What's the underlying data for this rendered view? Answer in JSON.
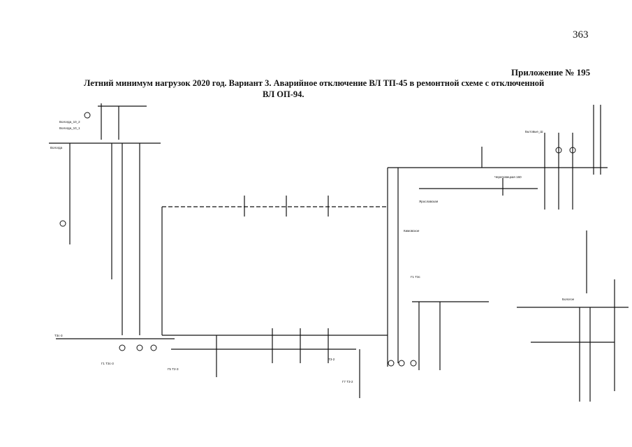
{
  "page": {
    "number": "363",
    "appendix": "Приложение № 195",
    "title_line1": "Летний минимум нагрузок 2020 год. Вариант 3. Аварийное отключение ВЛ ТП-45 в ремонтной схеме с отключенной",
    "title_line2": "ВЛ ОП-94."
  },
  "diagram": {
    "line_color": "#111111",
    "node_labels": [
      {
        "id": "n1",
        "text": "Вологда_10_2"
      },
      {
        "id": "n2",
        "text": "Вологда_10_1"
      },
      {
        "id": "n3",
        "text": "Вологда"
      },
      {
        "id": "n4",
        "text": "Т3с-3"
      },
      {
        "id": "n5",
        "text": "Г1 Т3с-3"
      },
      {
        "id": "n6",
        "text": "Г5 Т2-3"
      },
      {
        "id": "n7",
        "text": "Г7 Т3-2"
      },
      {
        "id": "n8",
        "text": "Т3-2"
      },
      {
        "id": "n9",
        "text": "Г1 Т3с"
      },
      {
        "id": "n10",
        "text": "Кимовское"
      },
      {
        "id": "n11",
        "text": "Череповецкая 160"
      },
      {
        "id": "n12",
        "text": "Бытовые_Ш"
      },
      {
        "id": "n13",
        "text": "Ярославская"
      },
      {
        "id": "n14",
        "text": "Бологое"
      }
    ]
  }
}
